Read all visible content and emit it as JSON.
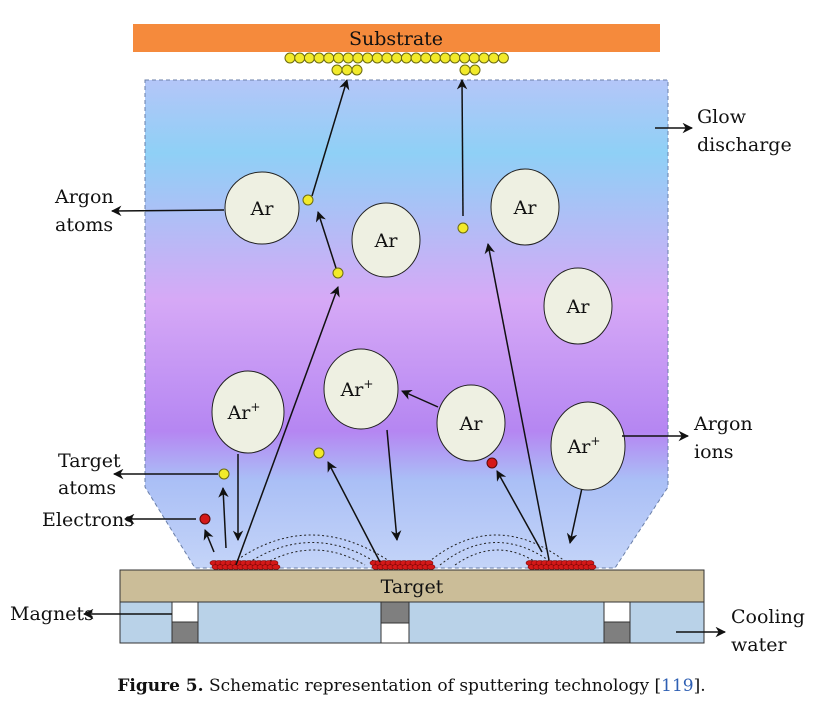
{
  "substrate": {
    "label": "Substrate"
  },
  "target": {
    "label": "Target"
  },
  "labels": {
    "glow_line1": "Glow",
    "glow_line2": "discharge",
    "argon_atoms_line1": "Argon",
    "argon_atoms_line2": "atoms",
    "target_atoms_line1": "Target",
    "target_atoms_line2": "atoms",
    "electrons": "Electrons",
    "argon_ions_line1": "Argon",
    "argon_ions_line2": "ions",
    "magnets": "Magnets",
    "cooling_line1": "Cooling",
    "cooling_line2": "water"
  },
  "particles": {
    "ar_atom": "Ar",
    "ar_ion": "Ar",
    "ion_charge": "+"
  },
  "caption": {
    "figure": "Figure 5.",
    "text": " Schematic representation of sputtering technology [",
    "ref": "119",
    "end": "]."
  },
  "colors": {
    "substrate": "#f58a3c",
    "target": "#cbbd98",
    "magnet_block": "#b9d2e8",
    "magnet_dark": "#7f7f7f",
    "sputtered_atom": "#f2ea2a",
    "electron": "#d41818",
    "ar_circle": "#eef0e2",
    "plasma_top": "#a9c2f5",
    "plasma_mid": "#d9a8f7",
    "plasma_violet": "#b07cf2",
    "plasma_bottom": "#bcd0f8"
  }
}
